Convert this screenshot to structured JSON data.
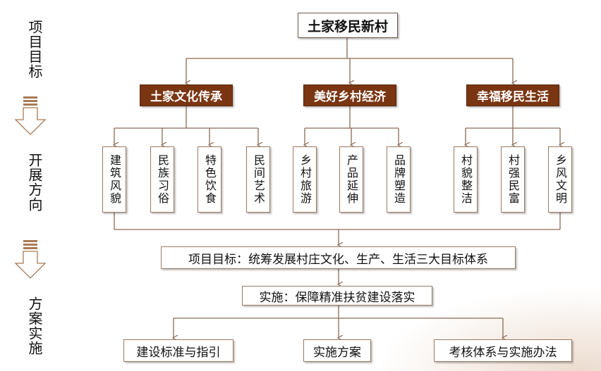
{
  "sidebar": {
    "step1": "项目目标",
    "step2": "开展方向",
    "step3": "方案实施"
  },
  "root": "土家移民新村",
  "categories": [
    {
      "label": "土家文化传承",
      "items": [
        "建筑风貌",
        "民族习俗",
        "特色饮食",
        "民间艺术"
      ]
    },
    {
      "label": "美好乡村经济",
      "items": [
        "乡村旅游",
        "产品延伸",
        "品牌塑造"
      ]
    },
    {
      "label": "幸福移民生活",
      "items": [
        "村貌整洁",
        "村强民富",
        "乡风文明"
      ]
    }
  ],
  "goal": "项目目标：统筹发展村庄文化、生产、生活三大目标体系",
  "implementation": "实施：保障精准扶贫建设落实",
  "outputs": [
    "建设标准与指引",
    "实施方案",
    "考核体系与实施办法"
  ],
  "colors": {
    "category_fill": "#7a3512",
    "box_border": "#9a7a62",
    "line": "#8a6a55",
    "arrow_stripe": "#a87a55"
  }
}
